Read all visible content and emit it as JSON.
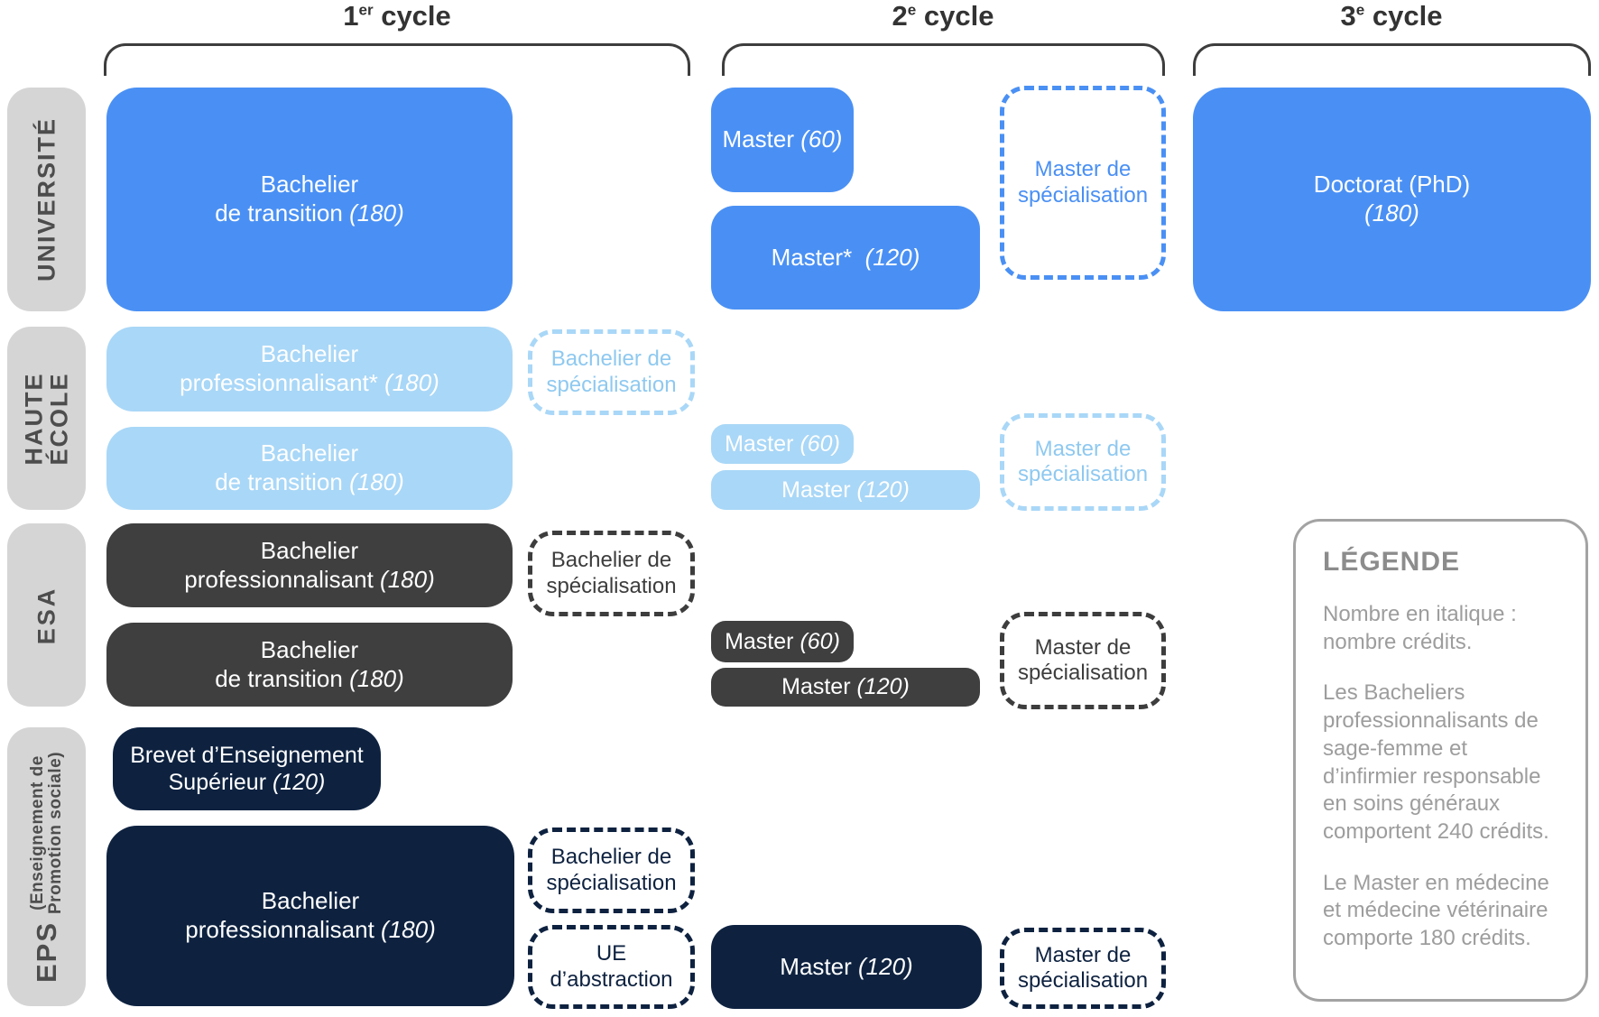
{
  "header": {
    "cycles": [
      {
        "num": "1",
        "sup": "er",
        "word": "cycle"
      },
      {
        "num": "2",
        "sup": "e",
        "word": "cycle"
      },
      {
        "num": "3",
        "sup": "e",
        "word": "cycle"
      }
    ]
  },
  "rows": {
    "universite": {
      "label": "UNIVERSITÉ"
    },
    "haute_ecole": {
      "label_line1": "HAUTE",
      "label_line2": "ÉCOLE"
    },
    "esa": {
      "label": "ESA"
    },
    "eps": {
      "label": "EPS",
      "label_sub1": "(Enseignement de",
      "label_sub2": "Promotion sociale)"
    }
  },
  "boxes": {
    "univ_bachelier_transition": {
      "line1": "Bachelier",
      "line2": "de transition",
      "credits": "(180)"
    },
    "univ_master_60": {
      "line1": "Master",
      "credits": "(60)"
    },
    "univ_master_120": {
      "line1": "Master*",
      "credits": "(120)"
    },
    "univ_master_spec": {
      "line1": "Master de",
      "line2": "spécialisation"
    },
    "doctorat": {
      "line1": "Doctorat  (PhD)",
      "credits": "(180)"
    },
    "he_bachelier_prof": {
      "line1": "Bachelier",
      "line2": "professionnalisant*",
      "credits": "(180)"
    },
    "he_bachelier_spec": {
      "line1": "Bachelier de",
      "line2": "spécialisation"
    },
    "he_bachelier_transition": {
      "line1": "Bachelier",
      "line2": "de transition",
      "credits": "(180)"
    },
    "he_master_60": {
      "line1": "Master",
      "credits": "(60)"
    },
    "he_master_120": {
      "line1": "Master",
      "credits": "(120)"
    },
    "he_master_spec": {
      "line1": "Master de",
      "line2": "spécialisation"
    },
    "esa_bachelier_prof": {
      "line1": "Bachelier",
      "line2": "professionnalisant",
      "credits": "(180)"
    },
    "esa_bachelier_spec": {
      "line1": "Bachelier de",
      "line2": "spécialisation"
    },
    "esa_bachelier_transition": {
      "line1": "Bachelier",
      "line2": "de transition",
      "credits": "(180)"
    },
    "esa_master_60": {
      "line1": "Master",
      "credits": "(60)"
    },
    "esa_master_120": {
      "line1": "Master",
      "credits": "(120)"
    },
    "esa_master_spec": {
      "line1": "Master de",
      "line2": "spécialisation"
    },
    "eps_brevet": {
      "line1": "Brevet d’Enseignement",
      "line2": "Supérieur",
      "credits": "(120)"
    },
    "eps_bachelier_prof": {
      "line1": "Bachelier",
      "line2": "professionnalisant",
      "credits": "(180)"
    },
    "eps_bachelier_spec": {
      "line1": "Bachelier de",
      "line2": "spécialisation"
    },
    "eps_ue_abstraction": {
      "line1": "UE",
      "line2": "d’abstraction"
    },
    "eps_master_120": {
      "line1": "Master",
      "credits": "(120)"
    },
    "eps_master_spec": {
      "line1": "Master de",
      "line2": "spécialisation"
    }
  },
  "legend": {
    "title": "LÉGENDE",
    "p1": "Nombre en italique : nombre crédits.",
    "p2": "Les Bacheliers professionnalisants de sage-femme  et d’infirmier responsable en soins généraux comportent 240 crédits.",
    "p3": "Le Master en médecine et médecine vétérinaire comporte 180 crédits."
  },
  "colors": {
    "universite": "#4a90f4",
    "haute_ecole": "#a9d7f7",
    "esa": "#3f3f3f",
    "eps": "#0e2240",
    "row_label_bg": "#d5d5d5",
    "bracket": "#3d3d3d"
  }
}
